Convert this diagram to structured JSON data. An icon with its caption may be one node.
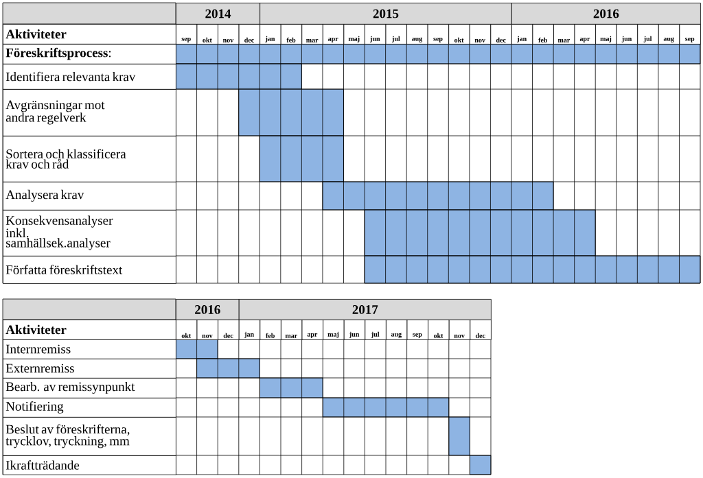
{
  "diagram": {
    "nodes": [
      {
        "text": [],
        "shape": "bar"
      },
      {
        "text": [],
        "shape": "bar"
      },
      {
        "text": [],
        "shape": "bar"
      },
      {
        "text": [],
        "shape": "bar"
      },
      {
        "text": [],
        "shape": "bar"
      },
      {
        "text": [],
        "shape": "bar"
      },
      {
        "text": [],
        "shape": "bar"
      },
      {
        "text": [],
        "shape": "bar"
      },
      {
        "text": [],
        "shape": "bar"
      },
      {
        "text": [],
        "shape": "bar"
      },
      {
        "text": [],
        "shape": "bar"
      },
      {
        "text": [],
        "shape": "bar"
      },
      {
        "text": [],
        "shape": "bar"
      }
    ],
    "labels": [
      "2014",
      "2015",
      "2016",
      "Aktiviteter",
      "sep",
      "okt",
      "nov",
      "dec",
      "jan",
      "feb",
      "mar",
      "apr",
      "maj",
      "jun",
      "jul",
      "aug",
      "sep",
      "okt",
      "nov",
      "dec",
      "jan",
      "feb",
      "mar",
      "apr",
      "maj",
      "jun",
      "jul",
      "aug",
      "sep",
      "**Föreskriftsprocess**:",
      "Identifiera relevanta krav",
      "Avgränsningar mot andra regelverk",
      "Sortera och klassificera krav och råd",
      "Analysera krav",
      "Konsekvensanalyser inkl. samhällsek.analyser",
      "Författa föreskriftstext",
      "2016",
      "2017",
      "Aktiviteter",
      "okt",
      "nov",
      "dec",
      "jan",
      "feb",
      "mar",
      "apr",
      "maj",
      "jun",
      "jul",
      "aug",
      "sep",
      "okt",
      "nov",
      "dec",
      "Internremiss",
      "Externremiss",
      "Bearb. av remissynpunkt",
      "Notifiering",
      "Beslut av föreskrifterna, trycklov, tryckning, mm",
      "Ikraftträdande"
    ]
  }
}
